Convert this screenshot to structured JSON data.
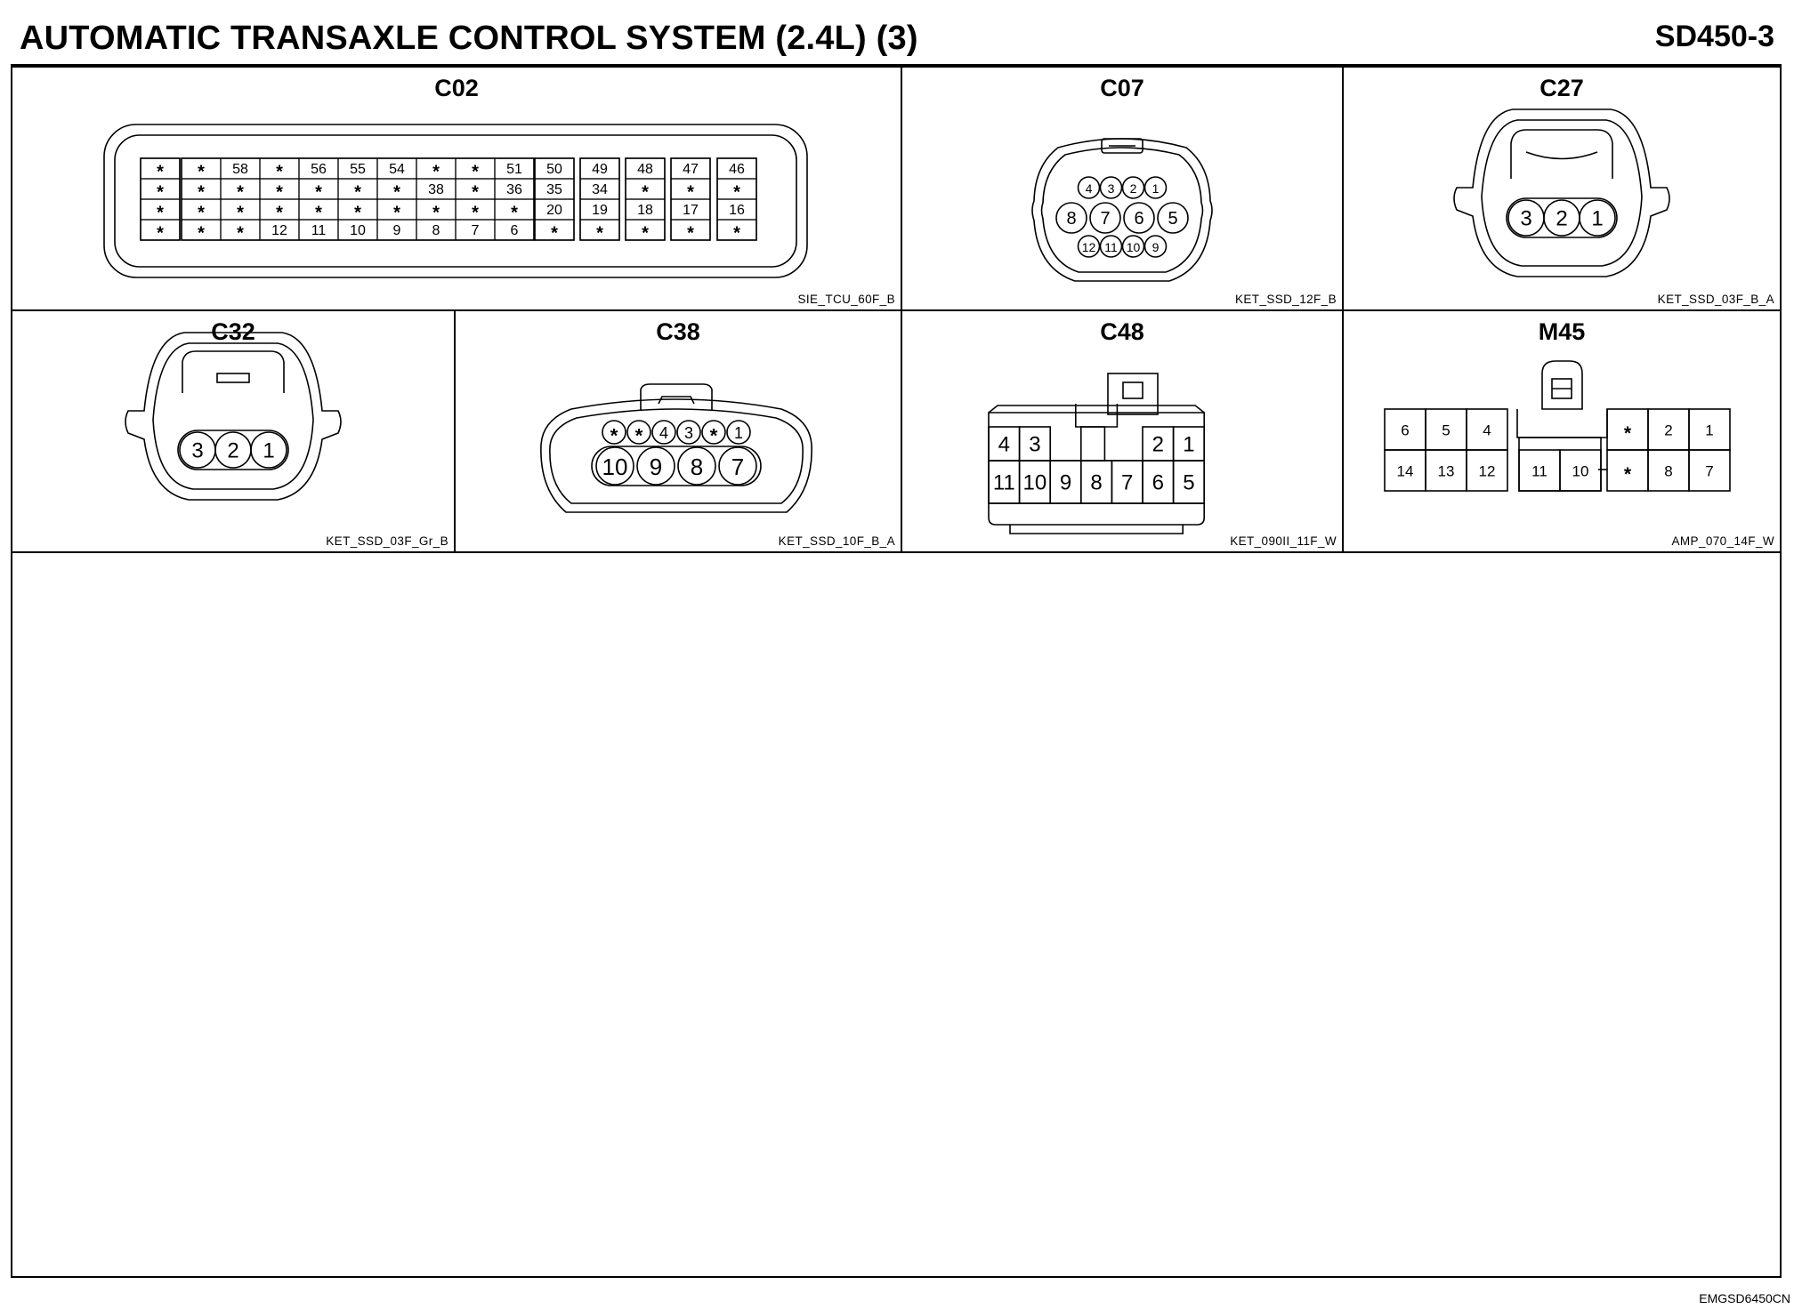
{
  "header": {
    "title": "AUTOMATIC TRANSAXLE CONTROL SYSTEM (2.4L) (3)",
    "code": "SD450-3"
  },
  "footer": {
    "code": "EMGSD6450CN"
  },
  "connectors": {
    "c02": {
      "name": "C02",
      "code": "SIE_TCU_60F_B",
      "blocks": [
        [
          [
            "*"
          ],
          [
            "*"
          ],
          [
            "*"
          ],
          [
            "*"
          ]
        ],
        [
          [
            "*",
            "58",
            "*",
            "56",
            "55",
            "54",
            "*",
            "*",
            "51"
          ],
          [
            "*",
            "*",
            "*",
            "*",
            "*",
            "*",
            "38",
            "*",
            "36"
          ],
          [
            "*",
            "*",
            "*",
            "*",
            "*",
            "*",
            "*",
            "*",
            "*"
          ],
          [
            "*",
            "*",
            "12",
            "11",
            "10",
            "9",
            "8",
            "7",
            "6"
          ]
        ],
        [
          [
            "50"
          ],
          [
            "35"
          ],
          [
            "20"
          ],
          [
            "*"
          ]
        ],
        [
          [
            "49"
          ],
          [
            "34"
          ],
          [
            "19"
          ],
          [
            "*"
          ]
        ],
        [
          [
            "48"
          ],
          [
            "*"
          ],
          [
            "18"
          ],
          [
            "*"
          ]
        ],
        [
          [
            "47"
          ],
          [
            "*"
          ],
          [
            "17"
          ],
          [
            "*"
          ]
        ],
        [
          [
            "46"
          ],
          [
            "*"
          ],
          [
            "16"
          ],
          [
            "*"
          ]
        ]
      ]
    },
    "c07": {
      "name": "C07",
      "code": "KET_SSD_12F_B",
      "rows": [
        [
          "4",
          "3",
          "2",
          "1"
        ],
        [
          "8",
          "7",
          "6",
          "5"
        ],
        [
          "12",
          "11",
          "10",
          "9"
        ]
      ]
    },
    "c27": {
      "name": "C27",
      "code": "KET_SSD_03F_B_A",
      "pins": [
        "3",
        "2",
        "1"
      ]
    },
    "c32": {
      "name": "C32",
      "code": "KET_SSD_03F_Gr_B",
      "pins": [
        "3",
        "2",
        "1"
      ]
    },
    "c38": {
      "name": "C38",
      "code": "KET_SSD_10F_B_A",
      "rows": [
        [
          "*",
          "*",
          "4",
          "3",
          "*",
          "1"
        ],
        [
          "10",
          "9",
          "8",
          "7"
        ]
      ]
    },
    "c48": {
      "name": "C48",
      "code": "KET_090II_11F_W",
      "top_left": [
        "4",
        "3"
      ],
      "top_right": [
        "2",
        "1"
      ],
      "bottom": [
        "11",
        "10",
        "9",
        "8",
        "7",
        "6",
        "5"
      ]
    },
    "m45": {
      "name": "M45",
      "code": "AMP_070_14F_W",
      "left_top": [
        "6",
        "5",
        "4"
      ],
      "left_bottom": [
        "14",
        "13",
        "12"
      ],
      "mid_bottom": [
        "11",
        "10"
      ],
      "right_top": [
        "*",
        "2",
        "1"
      ],
      "right_bottom": [
        "*",
        "8",
        "7"
      ]
    }
  }
}
